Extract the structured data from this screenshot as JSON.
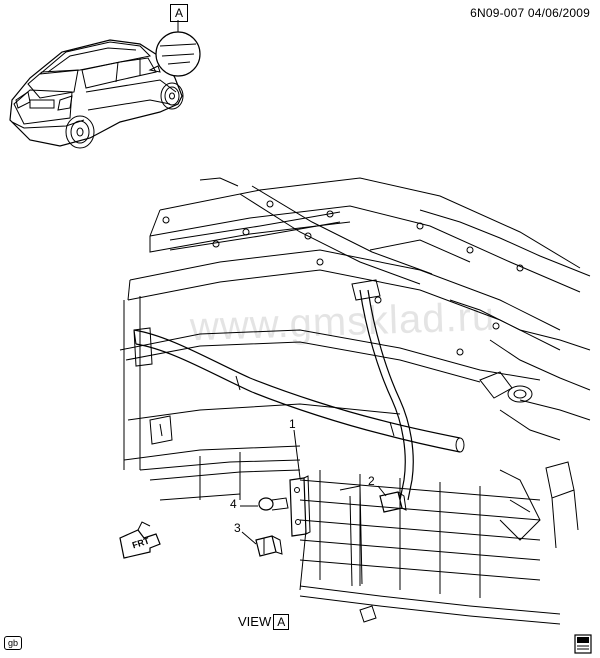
{
  "header": {
    "code": "6N09-007  04/06/2009"
  },
  "view_ref": {
    "letter": "A"
  },
  "view_label": {
    "prefix": "VIEW",
    "letter": "A"
  },
  "callouts": [
    {
      "id": "1",
      "text": "1"
    },
    {
      "id": "2",
      "text": "2"
    },
    {
      "id": "3",
      "text": "3"
    },
    {
      "id": "4",
      "text": "4"
    }
  ],
  "front_arrow": {
    "text": "FRT"
  },
  "watermark": {
    "text": "www.gmsklad.ru"
  },
  "footer": {
    "tag": "gb"
  },
  "colors": {
    "line": "#000000",
    "background": "#ffffff",
    "watermark": "#cfcfcf"
  }
}
